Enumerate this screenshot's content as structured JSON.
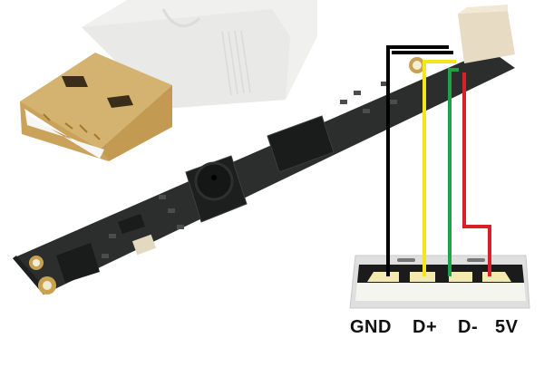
{
  "diagram": {
    "subject": "USB A plug to laptop webcam module wiring",
    "pins": [
      {
        "label": "GND",
        "wire_color": "#000000"
      },
      {
        "label": "D+",
        "wire_color": "#f5e61a"
      },
      {
        "label": "D-",
        "wire_color": "#1fa34a"
      },
      {
        "label": "5V",
        "wire_color": "#d9202a"
      }
    ]
  },
  "colors": {
    "gold": "#c9a45a",
    "plug_body": "#f1f1ef",
    "pcb": "#2b2d2c",
    "connector": "#e9dcc6",
    "contact": "#f2eab0"
  }
}
